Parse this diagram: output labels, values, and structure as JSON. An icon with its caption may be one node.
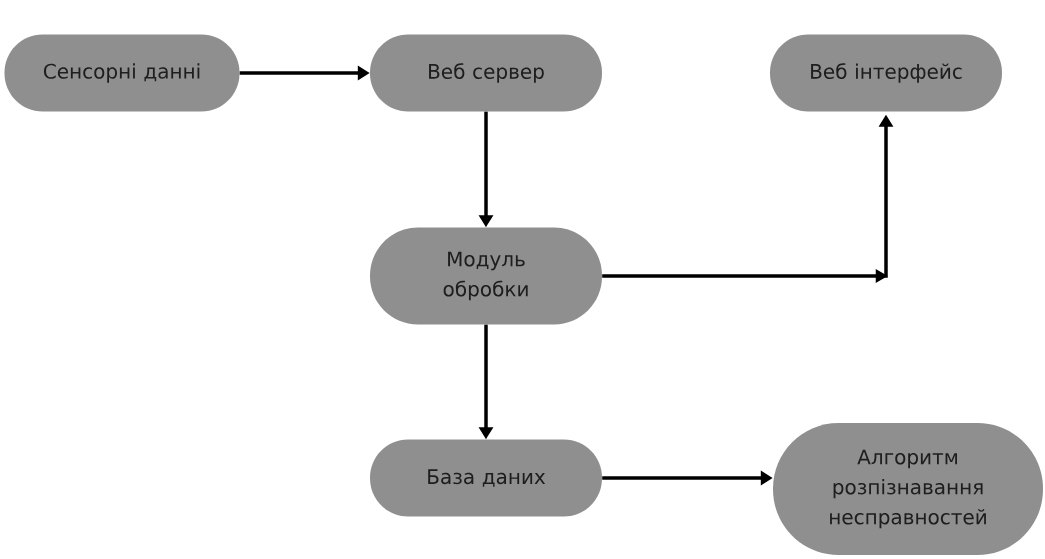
{
  "diagram": {
    "nodes": [
      {
        "text": [
          "Сенсорні данні"
        ]
      },
      {
        "text": [
          "Веб сервер"
        ]
      },
      {
        "text": [
          "Веб інтерфейс"
        ]
      },
      {
        "text": [
          "Модуль обробки"
        ]
      },
      {
        "text": [
          "База даних"
        ]
      },
      {
        "text": [
          "Алгоритм розпізнавання несправностей"
        ]
      }
    ],
    "edges": [
      {
        "from": 0,
        "to": 1,
        "arrow": "to"
      },
      {
        "from": 1,
        "to": 3,
        "arrow": "to"
      },
      {
        "from": 3,
        "to": 2,
        "arrow": "to"
      },
      {
        "from": 3,
        "to": 4,
        "arrow": "to"
      },
      {
        "from": 4,
        "to": 5,
        "arrow": "to"
      }
    ]
  }
}
